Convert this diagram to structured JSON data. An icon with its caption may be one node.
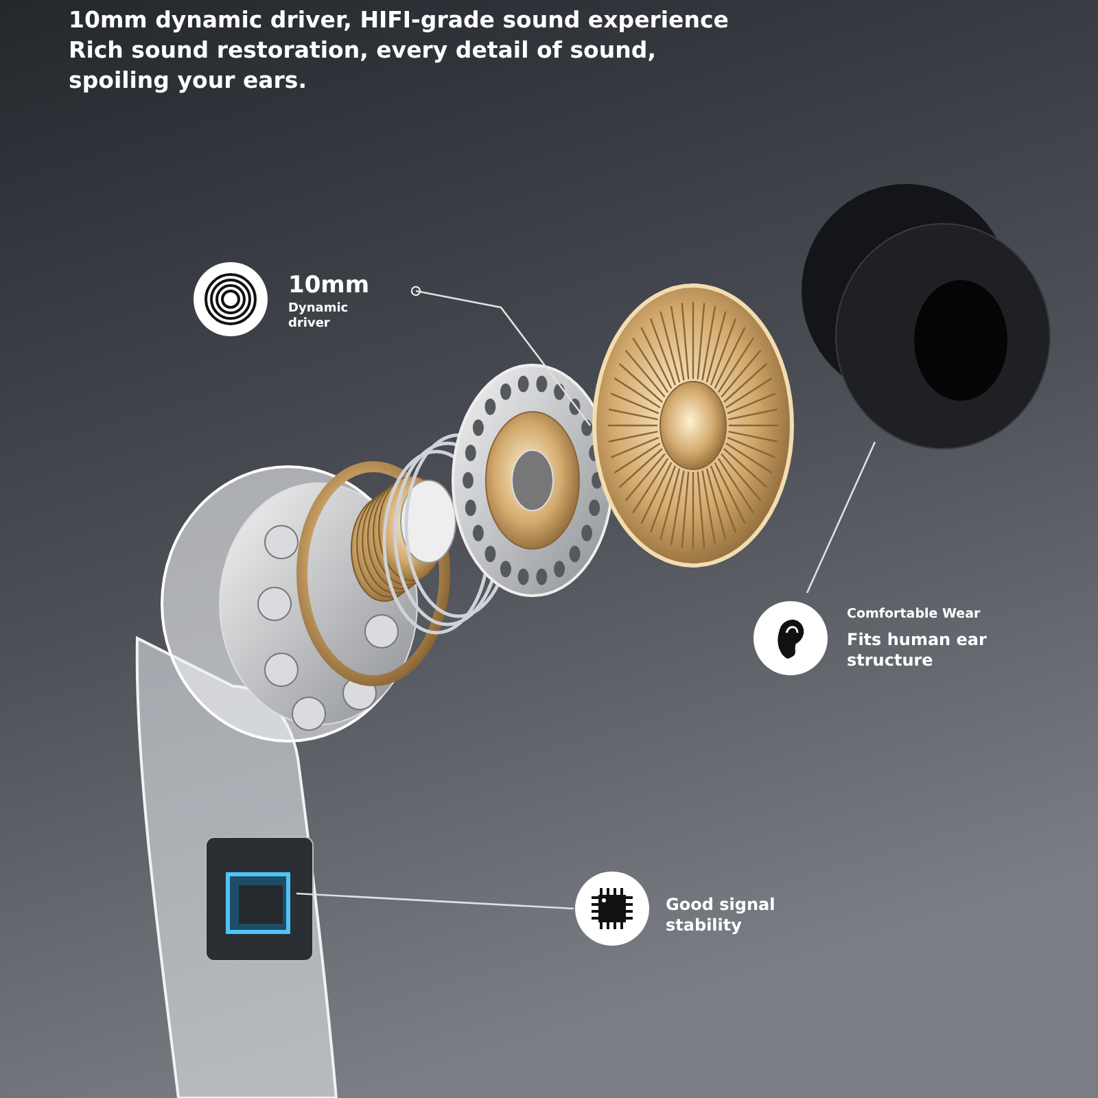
{
  "diagram": {
    "title": "10mm dynamic driver, HIFI-grade sound experience Rich sound restoration, every detail of sound, spoiling your ears.",
    "nodes": [
      {
        "text": [
          "10mm",
          "Dynamic driver"
        ]
      },
      {
        "text": [],
        "shape": "picture"
      },
      {
        "text": [],
        "shape": "picture"
      },
      {
        "text": [
          "Comfortable Wear",
          "Fits human ear structure"
        ]
      },
      {
        "text": [],
        "shape": "picture"
      },
      {
        "text": [
          "Good signal stability"
        ]
      }
    ],
    "edges": [
      {
        "from": 0,
        "to": 1,
        "arrow": "other"
      },
      {
        "from": 3,
        "to": 2,
        "arrow": "none"
      },
      {
        "from": 5,
        "to": 4,
        "arrow": "none"
      }
    ]
  }
}
